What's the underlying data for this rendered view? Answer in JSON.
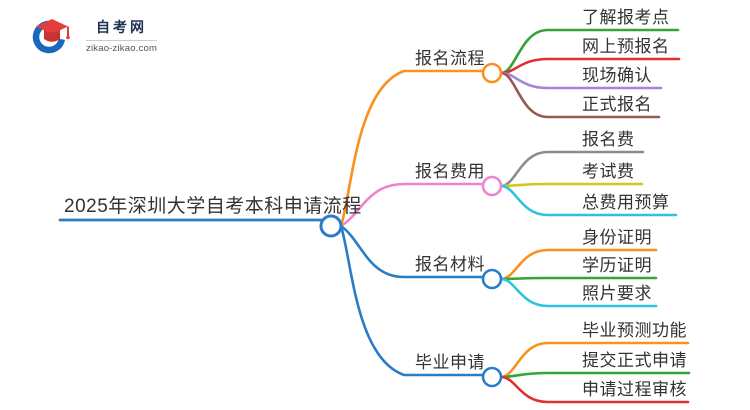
{
  "logo": {
    "site_name": "自考网",
    "site_url": "zikao-zikao.com",
    "brand_blue": "#1a67bd",
    "brand_red": "#e23e3c",
    "brand_red_dark": "#c93230",
    "name_color": "#1d3150",
    "url_color": "#555555"
  },
  "mindmap": {
    "text_color": "#333333",
    "root": {
      "label": "2025年深圳大学自考本科申请流程",
      "color": "#2a7cc7"
    },
    "branches": [
      {
        "label": "报名流程",
        "color": "#f9911e",
        "children": [
          {
            "label": "了解报考点",
            "color": "#35a435"
          },
          {
            "label": "网上预报名",
            "color": "#e03030"
          },
          {
            "label": "现场确认",
            "color": "#a585d8"
          },
          {
            "label": "正式报名",
            "color": "#975a50"
          }
        ]
      },
      {
        "label": "报名费用",
        "color": "#ef82ce",
        "children": [
          {
            "label": "报名费",
            "color": "#8c8c8c"
          },
          {
            "label": "考试费",
            "color": "#d3c71f"
          },
          {
            "label": "总费用预算",
            "color": "#2bc4dd"
          }
        ]
      },
      {
        "label": "报名材料",
        "color": "#2a7cc7",
        "children": [
          {
            "label": "身份证明",
            "color": "#f9911e"
          },
          {
            "label": "学历证明",
            "color": "#35a435"
          },
          {
            "label": "照片要求",
            "color": "#2bc4dd"
          }
        ]
      },
      {
        "label": "毕业申请",
        "color": "#2a7cc7",
        "children": [
          {
            "label": "毕业预测功能",
            "color": "#f9911e"
          },
          {
            "label": "提交正式申请",
            "color": "#35a435"
          },
          {
            "label": "申请过程审核",
            "color": "#e03030"
          }
        ]
      }
    ]
  }
}
